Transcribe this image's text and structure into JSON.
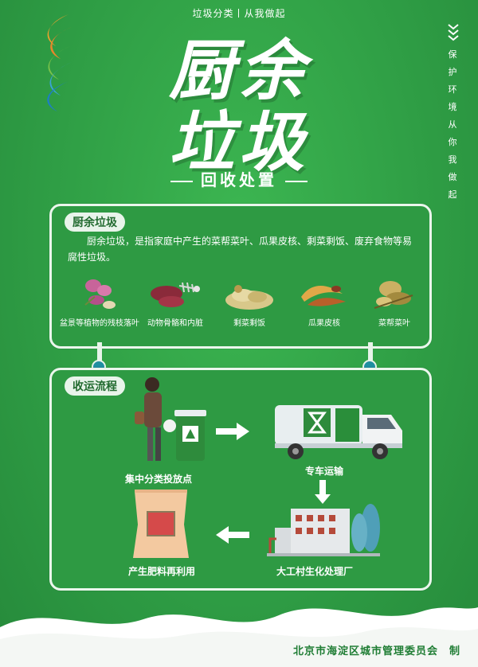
{
  "header": {
    "tagline": "垃圾分类丨从我做起",
    "title_line1": "厨余",
    "title_line2": "垃圾",
    "subtitle": "回收处置"
  },
  "side": {
    "text": "保护环境从你我做起"
  },
  "section1": {
    "label": "厨余垃圾",
    "description": "厨余垃圾，是指家庭中产生的菜帮菜叶、瓜果皮核、剩菜剩饭、废弃食物等易腐性垃圾。",
    "items": [
      {
        "label": "盆景等植物的残枝落叶",
        "icon": "plant-leaves-icon"
      },
      {
        "label": "动物骨骼和内脏",
        "icon": "fish-bone-icon"
      },
      {
        "label": "剩菜剩饭",
        "icon": "leftover-food-icon"
      },
      {
        "label": "瓜果皮核",
        "icon": "fruit-peel-icon"
      },
      {
        "label": "菜帮菜叶",
        "icon": "vegetable-leaves-icon"
      }
    ]
  },
  "section2": {
    "label": "收运流程",
    "steps": [
      {
        "label": "集中分类投放点"
      },
      {
        "label": "专车运输"
      },
      {
        "label": "大工村生化处理厂"
      },
      {
        "label": "产生肥料再利用"
      }
    ]
  },
  "footer": {
    "credit": "北京市海淀区城市管理委员会　制"
  },
  "colors": {
    "primary_green": "#2f9e45",
    "light_panel": "#e8f4ea",
    "accent_teal": "#1f8fa0",
    "bin_green": "#2e8b3c"
  }
}
